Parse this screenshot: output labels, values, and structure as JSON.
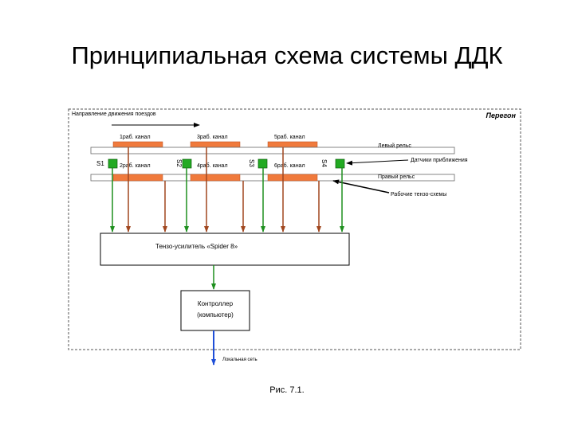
{
  "title": "Принципиальная схема системы ДДК",
  "diagram": {
    "direction_label": "Направление движения поездов",
    "zone_label": "Перегон",
    "channels_top": [
      "1раб. канал",
      "3раб. канал",
      "5раб. канал"
    ],
    "channels_bottom": [
      "2раб. канал",
      "4раб. канал",
      "6раб. канал"
    ],
    "sensors": [
      "S1",
      "S2",
      "S3",
      "S4"
    ],
    "left_rail_label": "Левый рельс",
    "right_rail_label": "Правый рельс",
    "proximity_label": "Датчики приближения",
    "strain_label": "Рабочие тензо-схемы",
    "amplifier_label": "Тензо-усилитель «Spider 8»",
    "controller_line1": "Контроллер",
    "controller_line2": "(компьютер)",
    "network_label": "Локальная сеть",
    "colors": {
      "pad": "#f07a3c",
      "proximity": "#22aa22",
      "strain_wire": "#a0461e",
      "signal_wire": "#1e8f1e",
      "network_wire": "#1f4fd8"
    }
  },
  "caption": "Рис. 7.1."
}
